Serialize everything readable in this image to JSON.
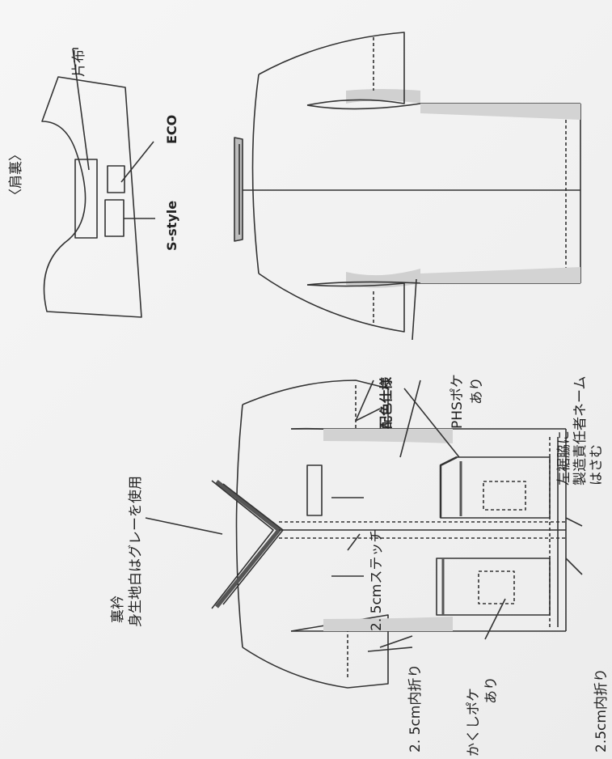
{
  "labels": {
    "katanuno": "片布",
    "katauraTitle": "〈肩裏〉",
    "eco": "ECO",
    "sstyle": "S-style",
    "uraeri": "裏衿",
    "mishirochi": "身生地白はグレーを使用",
    "haishoku": "配色仕様",
    "phs1": "PHSポケ",
    "phs2": "あり",
    "hidari1": "左裾脇に",
    "hidari2": "製造責任者ネーム",
    "hidari3": "はさむ",
    "stitch": "2. 5cmステッチ",
    "fold25a": "2. 5cm内折り",
    "fold25b": "2.5cm内折り",
    "kakushi1": "かくしポケ",
    "kakushi2": "あり"
  },
  "colors": {
    "line": "#333333",
    "shade": "#cfcfcf",
    "paper": "#f2f2f2"
  }
}
